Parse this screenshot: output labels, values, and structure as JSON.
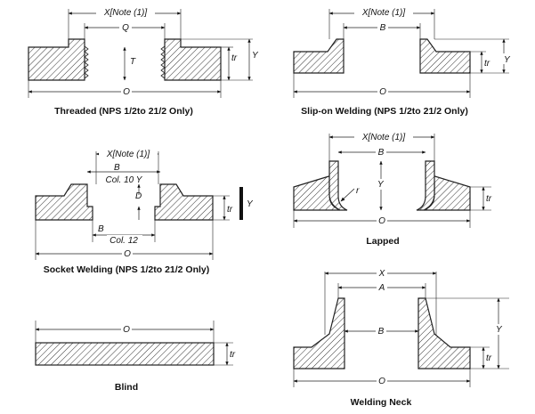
{
  "labels": {
    "x_note": "X[Note (1)]",
    "x": "X",
    "q": "Q",
    "b": "B",
    "a": "A",
    "o": "O",
    "t": "T",
    "tr": "tr",
    "y": "Y",
    "d": "D",
    "r": "r",
    "b_col10": "B",
    "col10": "Col. 10 Y",
    "b_col12": "B",
    "col12": "Col. 12"
  },
  "captions": {
    "threaded": "Threaded (NPS 1/2to 21/2 Only)",
    "slip_on": "Slip-on Welding (NPS 1/2to 21/2 Only)",
    "socket": "Socket Welding (NPS 1/2to 21/2 Only)",
    "lapped": "Lapped",
    "blind": "Blind",
    "welding_neck": "Welding Neck"
  }
}
